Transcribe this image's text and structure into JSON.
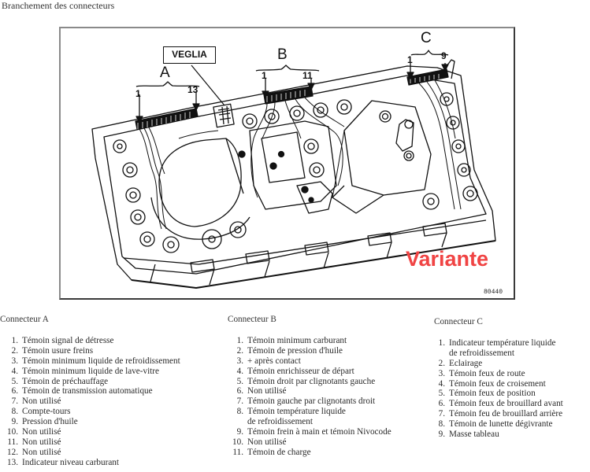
{
  "page": {
    "title": "Branchement des connecteurs"
  },
  "figure": {
    "brand_label": "VEGLIA",
    "variant_label": "Variante",
    "reference_number": "80440",
    "connectors": [
      {
        "letter": "A",
        "first_pin": "1",
        "last_pin": "13"
      },
      {
        "letter": "B",
        "first_pin": "1",
        "last_pin": "11"
      },
      {
        "letter": "C",
        "first_pin": "1",
        "last_pin": "9"
      }
    ],
    "colors": {
      "variant_red": "#f04444",
      "line": "#111111"
    }
  },
  "lists": {
    "connector_a": {
      "title": "Connecteur A",
      "items": [
        {
          "n": "1.",
          "text": "Témoin signal de détresse"
        },
        {
          "n": "2.",
          "text": "Témoin usure freins"
        },
        {
          "n": "3.",
          "text": "Témoin minimum liquide de refroidissement"
        },
        {
          "n": "4.",
          "text": "Témoin minimum liquide de lave-vitre"
        },
        {
          "n": "5.",
          "text": "Témoin de préchauffage"
        },
        {
          "n": "6.",
          "text": "Témoin de transmission automatique"
        },
        {
          "n": "7.",
          "text": "Non utilisé"
        },
        {
          "n": "8.",
          "text": "Compte-tours"
        },
        {
          "n": "9.",
          "text": "Pression d'huile"
        },
        {
          "n": "10.",
          "text": "Non utilisé"
        },
        {
          "n": "11.",
          "text": "Non utilisé"
        },
        {
          "n": "12.",
          "text": "Non utilisé"
        },
        {
          "n": "13.",
          "text": "Indicateur niveau carburant"
        }
      ]
    },
    "connector_b": {
      "title": "Connecteur B",
      "items": [
        {
          "n": "1.",
          "text": "Témoin minimum carburant"
        },
        {
          "n": "2.",
          "text": "Témoin de pression d'huile"
        },
        {
          "n": "3.",
          "text": "+  après contact"
        },
        {
          "n": "4.",
          "text": "Témoin enrichisseur de départ"
        },
        {
          "n": "5.",
          "text": "Témoin droit par clignotants gauche"
        },
        {
          "n": "6.",
          "text": "Non utilisé"
        },
        {
          "n": "7.",
          "text": "Témoin gauche par clignotants droit"
        },
        {
          "n": "8.",
          "text": "Témoin température liquide",
          "cont": "de refroidissement"
        },
        {
          "n": "9.",
          "text": "Témoin frein à main et témoin Nivocode"
        },
        {
          "n": "10.",
          "text": "Non utilisé"
        },
        {
          "n": "11.",
          "text": "Témoin de charge"
        }
      ]
    },
    "connector_c": {
      "title": "Connecteur C",
      "items": [
        {
          "n": "1.",
          "text": "Indicateur température liquide",
          "cont": "de refroidissement"
        },
        {
          "n": "2.",
          "text": "Eclairage"
        },
        {
          "n": "3.",
          "text": "Témoin feux de route"
        },
        {
          "n": "4.",
          "text": "Témoin feux de croisement"
        },
        {
          "n": "5.",
          "text": "Témoin feux de position"
        },
        {
          "n": "6.",
          "text": "Témoin feux de brouillard avant"
        },
        {
          "n": "7.",
          "text": "Témoin feu de brouillard arrière"
        },
        {
          "n": "8.",
          "text": "Témoin de lunette dégivrante"
        },
        {
          "n": "9.",
          "text": "Masse tableau"
        }
      ]
    }
  }
}
